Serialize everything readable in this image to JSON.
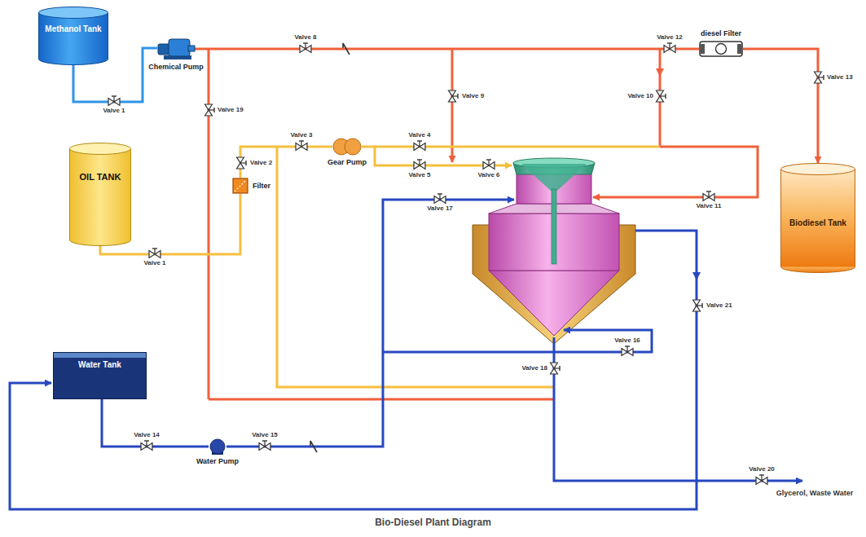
{
  "diagram": {
    "caption": "Bio-Diesel Plant Diagram",
    "nodes": [
      {
        "text": [
          "Methanol Tank"
        ]
      },
      {
        "text": [
          "Chemical Pump"
        ]
      },
      {
        "text": [
          "diesel Filter"
        ]
      },
      {
        "text": [
          "Biodiesel Tank"
        ]
      },
      {
        "text": [
          "OIL TANK"
        ]
      },
      {
        "text": [
          "Filter"
        ]
      },
      {
        "text": [
          "Gear Pump"
        ]
      },
      {
        "text": [
          "Water Tank"
        ]
      },
      {
        "text": [
          "Water Pump"
        ]
      }
    ],
    "edges": [
      {
        "from": 0,
        "to": 1,
        "arrow": "none"
      },
      {
        "from": 1,
        "to": 2,
        "arrow": "none"
      },
      {
        "from": 2,
        "to": 3,
        "arrow": "to"
      },
      {
        "from": 4,
        "to": 5,
        "arrow": "none"
      },
      {
        "from": 5,
        "to": 6,
        "arrow": "none"
      },
      {
        "from": 7,
        "to": 8,
        "arrow": "none"
      }
    ],
    "labels": [
      "Valve 1",
      "Valve 8",
      "Valve 12",
      "Valve 13",
      "Valve 9",
      "Valve 10",
      "Valve 19",
      "Valve 3",
      "Valve 4",
      "Valve 2",
      "Valve 5",
      "Valve 6",
      "Valve 11",
      "Valve 17",
      "Valve 1",
      "Valve 21",
      "Valve 18",
      "Valve 16",
      "Valve 14",
      "Valve 15",
      "Valve 20",
      "Glycerol, Waste Water"
    ]
  }
}
